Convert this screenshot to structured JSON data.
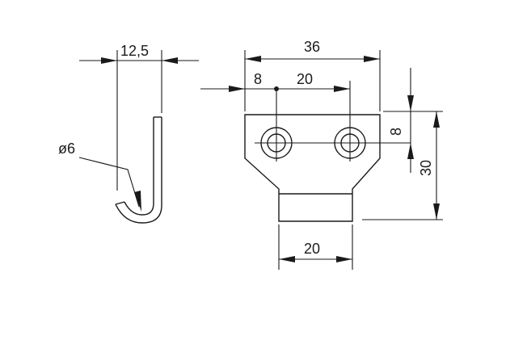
{
  "drawing": {
    "side_view": {
      "width_dim": "12,5",
      "diameter_dim": "ø6"
    },
    "front_view": {
      "overall_width_dim": "36",
      "left_hole_offset_dim": "8",
      "hole_spacing_dim": "20",
      "hole_vertical_offset_dim": "8",
      "overall_height_dim": "30",
      "tab_width_dim": "20"
    }
  }
}
